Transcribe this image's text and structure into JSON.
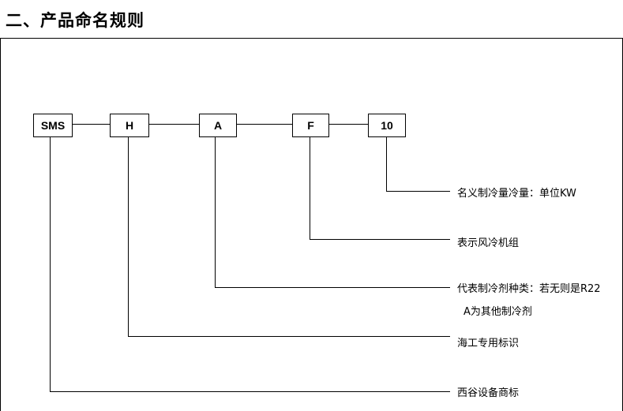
{
  "page": {
    "title": "二、产品命名规则"
  },
  "diagram": {
    "codes": [
      {
        "id": "sms",
        "text": "SMS"
      },
      {
        "id": "h",
        "text": "H"
      },
      {
        "id": "a",
        "text": "A"
      },
      {
        "id": "f",
        "text": "F"
      },
      {
        "id": "capacity",
        "text": "10"
      }
    ],
    "descriptions": [
      {
        "id": "capacity-desc",
        "text": "名义制冷量冷量：单位KW"
      },
      {
        "id": "f-desc",
        "text": "表示风冷机组"
      },
      {
        "id": "a-desc-1",
        "text": "代表制冷剂种类：若无则是R22"
      },
      {
        "id": "a-desc-2",
        "text": "A为其他制冷剂"
      },
      {
        "id": "h-desc",
        "text": "海工专用标识"
      },
      {
        "id": "sms-desc",
        "text": "西谷设备商标"
      }
    ]
  }
}
